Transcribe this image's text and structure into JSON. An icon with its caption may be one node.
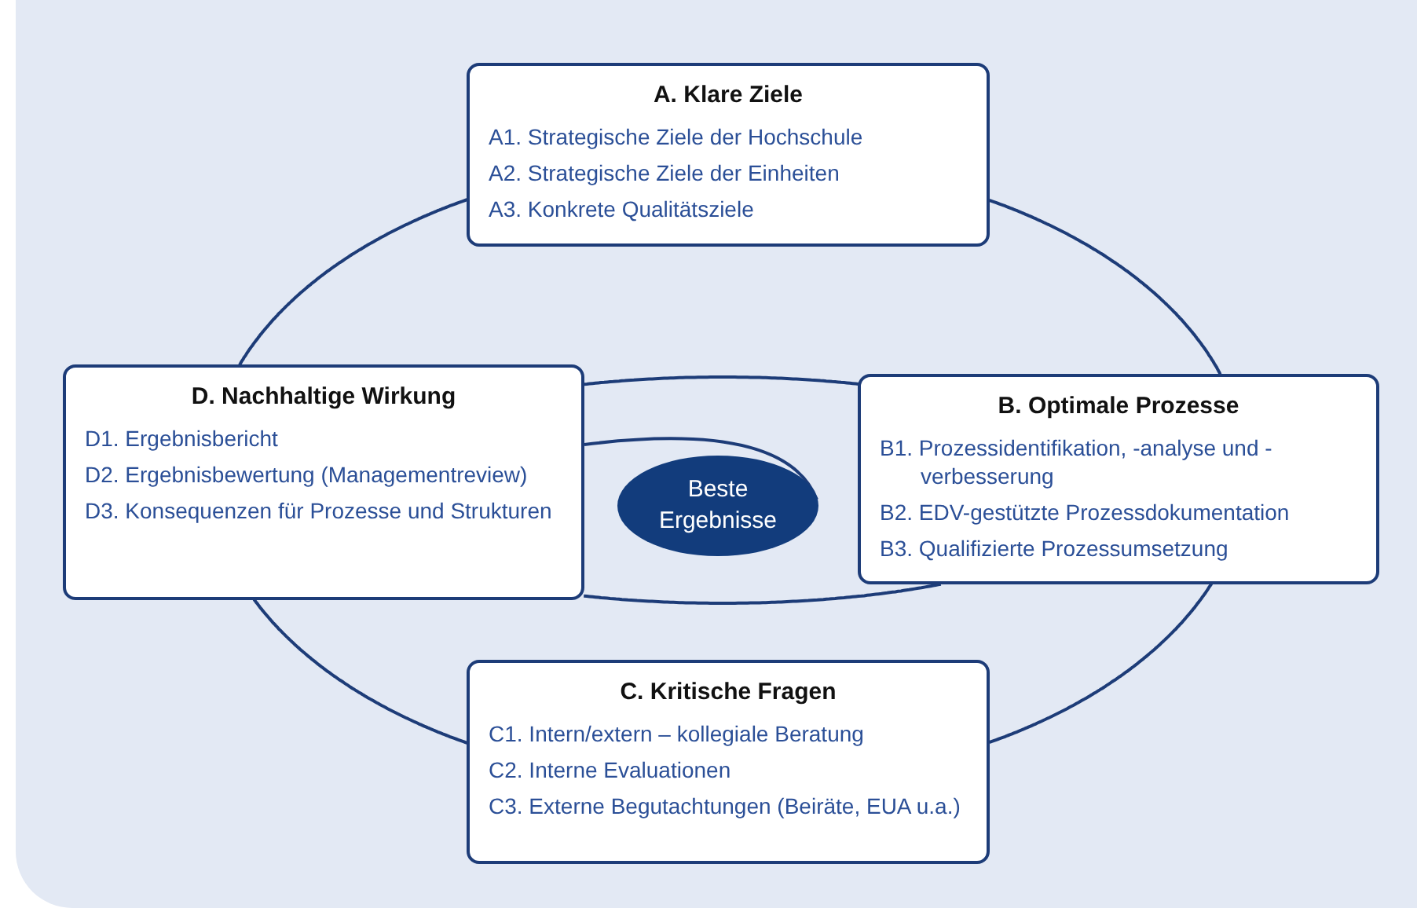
{
  "diagram": {
    "nodes": [
      {
        "text": [
          "A. Klare Ziele",
          "A1. Strategische Ziele der Hochschule",
          "A2. Strategische Ziele der Einheiten",
          "A3. Konkrete Qualitätsziele"
        ]
      },
      {
        "text": [
          "D. Nachhaltige Wirkung",
          "D1. Ergebnisbericht",
          "D2. Ergebnisbewertung (Managementreview)",
          "D3. Konsequenzen für Prozesse und Strukturen"
        ]
      },
      {
        "text": [
          "Beste Ergebnisse"
        ]
      },
      {
        "text": [
          "B. Optimale Prozesse",
          "B1. Prozessidentifikation, -analyse und -verbesserung",
          "B2. EDV-gestützte Prozessdokumentation",
          "B3. Qualifizierte Prozessumsetzung"
        ]
      },
      {
        "text": [
          "C. Kritische Fragen",
          "C1. Intern/extern – kollegiale Beratung",
          "C2. Interne Evaluationen",
          "C3. Externe Begutachtungen (Beiräte, EUA u.a.)"
        ]
      }
    ],
    "edges": [
      {
        "from": 0,
        "to": 3,
        "arrow": "none"
      },
      {
        "from": 3,
        "to": 4,
        "arrow": "none"
      },
      {
        "from": 4,
        "to": 1,
        "arrow": "none"
      },
      {
        "from": 1,
        "to": 0,
        "arrow": "none"
      },
      {
        "from": 1,
        "to": 3,
        "arrow": "none"
      },
      {
        "from": 1,
        "to": 3,
        "arrow": "none"
      },
      {
        "from": 1,
        "to": 2,
        "arrow": "none"
      }
    ]
  }
}
